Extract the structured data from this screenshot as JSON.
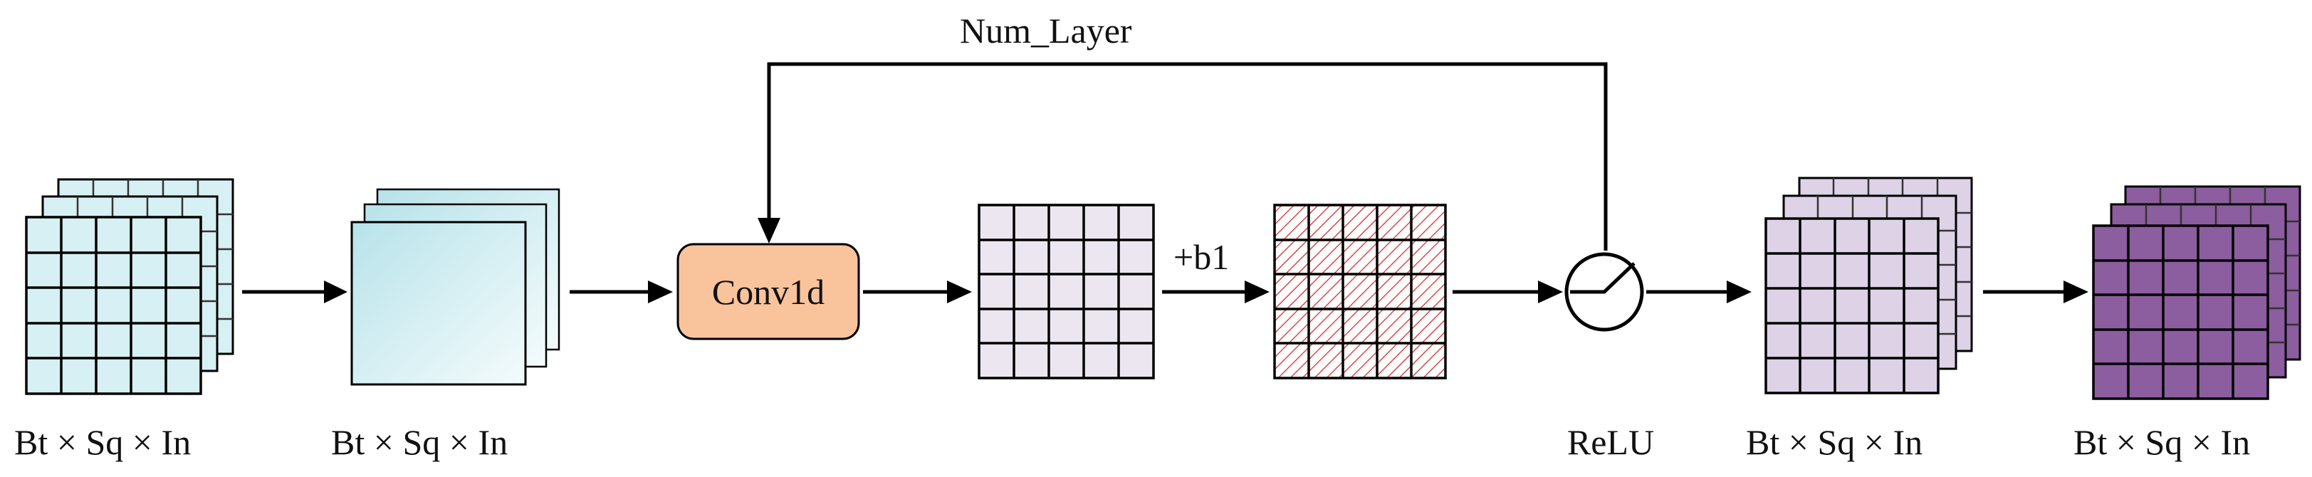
{
  "diagram": {
    "loop_label": "Num_Layer",
    "input_label": "Bt × Sq × In",
    "stage2_label": "Bt × Sq × In",
    "conv_label": "Conv1d",
    "bias_label": "+b1",
    "relu_label": "ReLU",
    "stage6_label": "Bt × Sq × In",
    "output_label": "Bt × Sq × In"
  },
  "colors": {
    "input_cyan": "#d6f0f3",
    "stage2_gradient_start": "#b7e3ea",
    "stage2_gradient_end": "#f4fbfc",
    "conv_fill": "#f9c39c",
    "grid_lavender": "#ece6f0",
    "hatch_red": "#d84a4a",
    "light_purple": "#ddd2e6",
    "dark_purple": "#8c5d9f"
  },
  "icons": {
    "activation": "relu-activation-icon"
  }
}
